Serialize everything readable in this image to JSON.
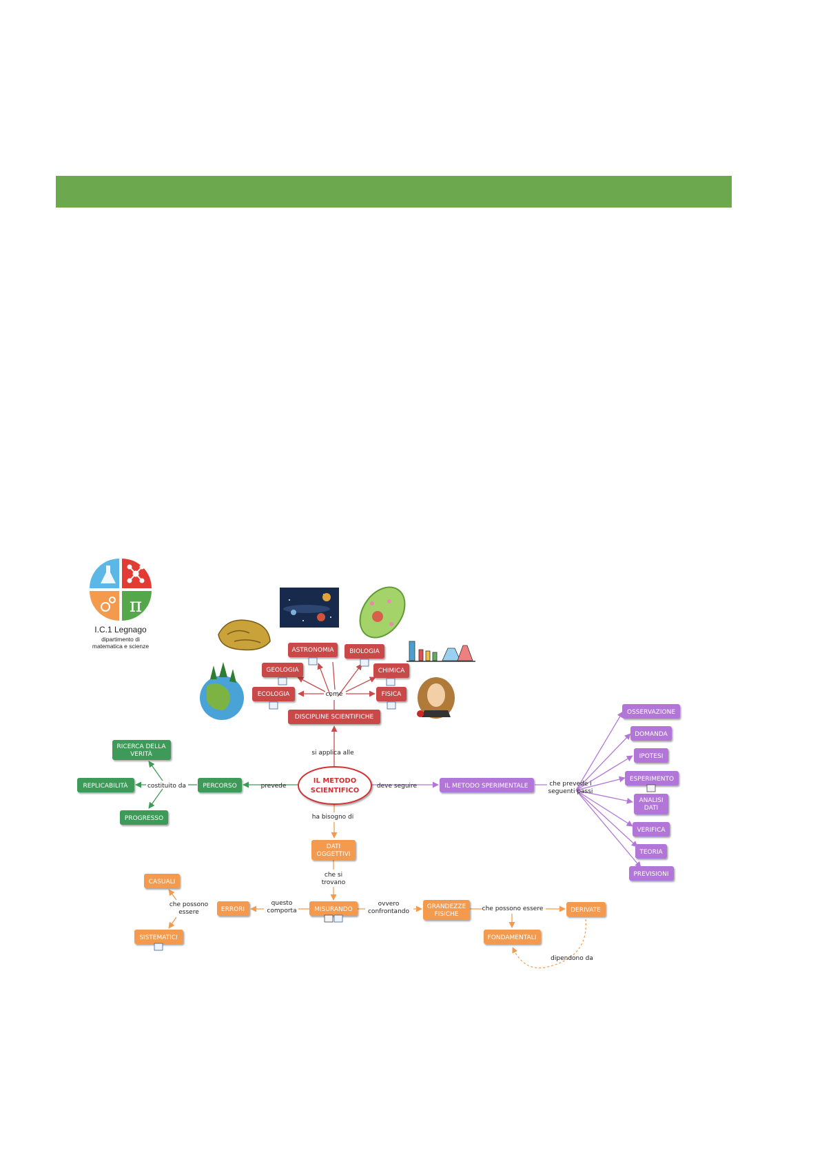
{
  "logo": {
    "name": "I.C.1 Legnago",
    "dept_line1": "dipartimento di",
    "dept_line2": "matematica e scienze",
    "pi_symbol": "π"
  },
  "colors": {
    "banner": "#6ca84e",
    "red": "#c94a4a",
    "green": "#3e9a59",
    "purple": "#b276d8",
    "orange": "#f39a4f",
    "root_border": "#d03030"
  },
  "root": {
    "line1": "IL METODO",
    "line2": "SCIENTIFICO"
  },
  "red_nodes": {
    "astronomia": "ASTRONOMIA",
    "biologia": "BIOLOGIA",
    "geologia": "GEOLOGIA",
    "chimica": "CHIMICA",
    "ecologia": "ECOLOGIA",
    "fisica": "FISICA",
    "discipline": "DISCIPLINE SCIENTIFICHE"
  },
  "green_nodes": {
    "ricerca_line1": "RICERCA DELLA",
    "ricerca_line2": "VERITÀ",
    "replicabilita": "REPLICABILITÀ",
    "percorso": "PERCORSO",
    "progresso": "PROGRESSO"
  },
  "purple_nodes": {
    "metodo_sperimentale": "IL METODO SPERIMENTALE",
    "osservazione": "OSSERVAZIONE",
    "domanda": "DOMANDA",
    "ipotesi": "IPOTESI",
    "esperimento": "ESPERIMENTO",
    "analisi_line1": "ANALISI",
    "analisi_line2": "DATI",
    "verifica": "VERIFICA",
    "teoria": "TEORIA",
    "previsioni": "PREVISIONI"
  },
  "orange_nodes": {
    "dati_line1": "DATI",
    "dati_line2": "OGGETTIVI",
    "casuali": "CASUALI",
    "errori": "ERRORI",
    "sistematici": "SISTEMATICI",
    "misurando": "MISURANDO",
    "grandezze_line1": "GRANDEZZE",
    "grandezze_line2": "FISICHE",
    "derivate": "DERIVATE",
    "fondamentali": "FONDAMENTALI"
  },
  "links": {
    "come": "come",
    "si_applica_alle": "si applica alle",
    "prevede": "prevede",
    "costituito_da": "costituito da",
    "deve_seguire": "deve seguire",
    "che_prevede_line1": "che prevede i",
    "che_prevede_line2": "seguenti passi",
    "ha_bisogno_di": "ha bisogno di",
    "che_si_line1": "che si",
    "che_si_line2": "trovano",
    "questo_line1": "questo",
    "questo_line2": "comporta",
    "che_possono_line1": "che possono",
    "che_possono_line2": "essere",
    "ovvero_line1": "ovvero",
    "ovvero_line2": "confrontando",
    "che_possono_essere": "che possono essere",
    "dipendono_da": "dipendono da"
  }
}
